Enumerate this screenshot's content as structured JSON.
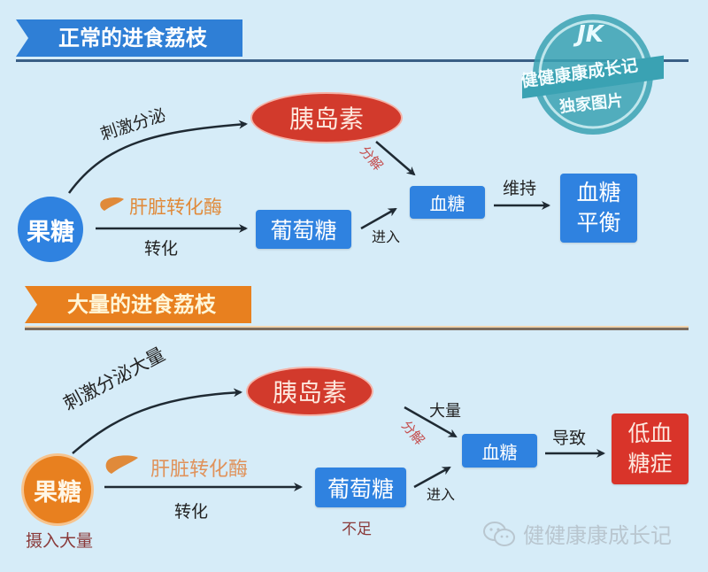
{
  "colors": {
    "background": "#d6ecf8",
    "section_blue": "#2f7fd6",
    "section_orange": "#e8801f",
    "node_blue": "#2f82e0",
    "insulin_red": "#d23a2c",
    "result_red": "#d9342a",
    "liver_orange": "#e08a3a"
  },
  "stamp": {
    "logo": "JK",
    "line1": "健健康康成长记",
    "line2": "独家图片"
  },
  "section1": {
    "title": "正常的进食荔枝",
    "source_node": "果糖",
    "stimulate_label": "刺激分泌",
    "insulin_node": "胰岛素",
    "liver_enzyme_label": "肝脏转化酶",
    "convert_label": "转化",
    "glucose_node": "葡萄糖",
    "enter_label": "进入",
    "decompose_label": "分解",
    "blood_sugar_node": "血糖",
    "maintain_label": "维持",
    "result_node_line1": "血糖",
    "result_node_line2": "平衡"
  },
  "section2": {
    "title": "大量的进食荔枝",
    "source_node": "果糖",
    "intake_label": "摄入大量",
    "stimulate_label": "刺激分泌大量",
    "insulin_node": "胰岛素",
    "liver_enzyme_label": "肝脏转化酶",
    "convert_label": "转化",
    "glucose_node": "葡萄糖",
    "insufficient_label": "不足",
    "enter_label": "进入",
    "decompose_label": "分解",
    "large_amount_label": "大量",
    "blood_sugar_node": "血糖",
    "cause_label": "导致",
    "result_node_line1": "低血",
    "result_node_line2": "糖症"
  },
  "watermark": {
    "icon": "wechat-icon",
    "text": "健健康康成长记"
  }
}
